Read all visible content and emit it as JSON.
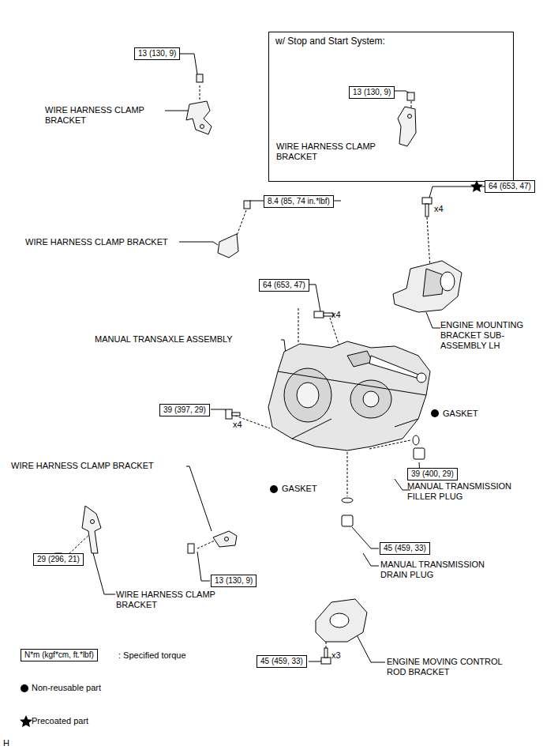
{
  "diagram": {
    "nodes": [
      {
        "text": [
          "13 (130, 9)"
        ]
      },
      {
        "text": [
          "w/ Stop and Start System:",
          "WIRE HARNESS CLAMP BRACKET"
        ]
      },
      {
        "text": [
          "13 (130, 9)"
        ],
        "in": 1
      },
      {
        "text": [
          "64 (653, 47)"
        ]
      },
      {
        "text": [
          "8.4 (85, 74 in.*lbf)"
        ]
      },
      {
        "text": [
          "64 (653, 47)"
        ]
      },
      {
        "text": [
          "39 (397, 29)"
        ]
      },
      {
        "text": [
          "39 (400, 29)"
        ]
      },
      {
        "text": [
          "45 (459, 33)"
        ]
      },
      {
        "text": [
          "29 (296, 21)"
        ]
      },
      {
        "text": [
          "13 (130, 9)"
        ]
      },
      {
        "text": [
          "N*m (kgf*cm, ft.*lbf)"
        ]
      },
      {
        "text": [
          "45 (459, 33)"
        ]
      }
    ],
    "labels": [
      "WIRE HARNESS CLAMP BRACKET",
      "x4",
      "WIRE HARNESS CLAMP BRACKET",
      "x4",
      "MANUAL TRANSAXLE ASSEMBLY",
      "ENGINE MOUNTING BRACKET SUB- ASSEMBLY LH",
      "GASKET",
      "x4",
      "MANUAL TRANSMISSION FILLER PLUG",
      "GASKET",
      "WIRE HARNESS CLAMP BRACKET",
      "MANUAL TRANSMISSION DRAIN PLUG",
      "WIRE HARNESS CLAMP BRACKET",
      "x3",
      "ENGINE MOVING CONTROL ROD BRACKET",
      "H"
    ],
    "legend": [
      {
        "text": ": Specified torque"
      },
      {
        "text": "Non-reusable part"
      },
      {
        "text": "Precoated part"
      }
    ]
  }
}
